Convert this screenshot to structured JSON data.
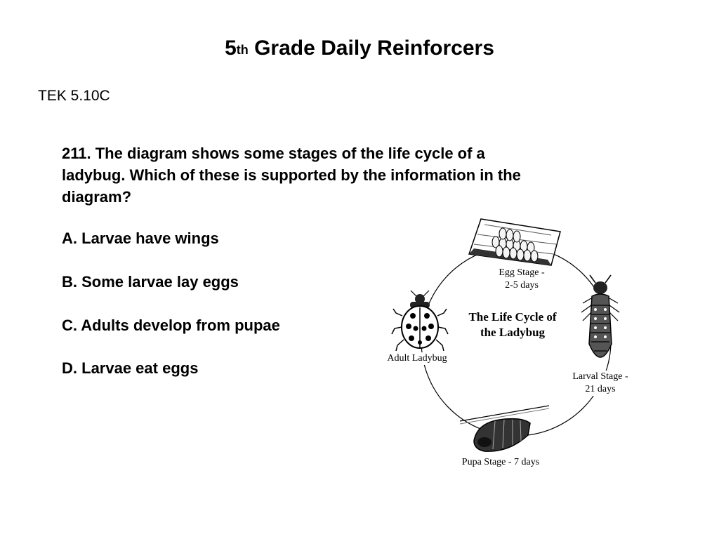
{
  "header": {
    "title_number": "5",
    "title_superscript": "th",
    "title_rest": " Grade Daily Reinforcers",
    "tek": "TEK 5.10C"
  },
  "question": {
    "number": "211.",
    "text": "The diagram shows some stages of the life cycle of a ladybug. Which of these is supported by the information in the diagram?",
    "options": [
      {
        "letter": "A.",
        "text": "Larvae have wings"
      },
      {
        "letter": "B.",
        "text": "Some larvae lay eggs"
      },
      {
        "letter": "C.",
        "text": "Adults develop from pupae"
      },
      {
        "letter": "D.",
        "text": "Larvae eat eggs"
      }
    ]
  },
  "diagram": {
    "title_line1": "The Life Cycle of",
    "title_line2": "the Ladybug",
    "egg_label_line1": "Egg Stage -",
    "egg_label_line2": "2-5 days",
    "larval_label_line1": "Larval Stage -",
    "larval_label_line2": "21 days",
    "pupa_label": "Pupa Stage - 7 days",
    "adult_label": "Adult Ladybug"
  }
}
